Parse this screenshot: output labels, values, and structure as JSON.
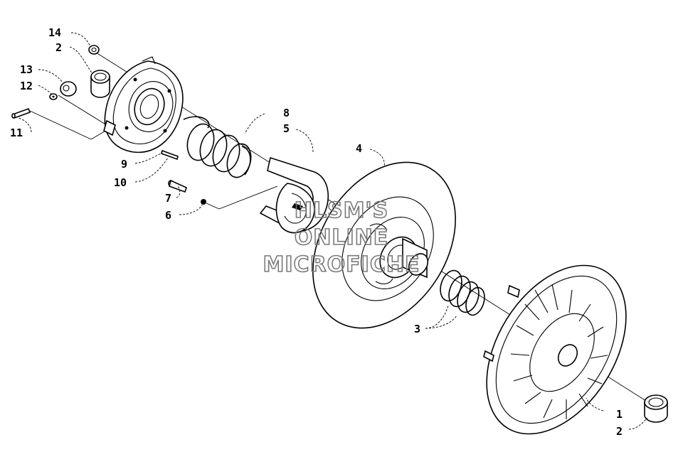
{
  "watermark": {
    "line1": "HLSM'S",
    "line2": "ONLINE",
    "line3": "MICROFICHE"
  },
  "callouts": [
    {
      "id": "c14",
      "text": "14"
    },
    {
      "id": "c2a",
      "text": "2"
    },
    {
      "id": "c13",
      "text": "13"
    },
    {
      "id": "c12",
      "text": "12"
    },
    {
      "id": "c11",
      "text": "11"
    },
    {
      "id": "c9",
      "text": "9"
    },
    {
      "id": "c10",
      "text": "10"
    },
    {
      "id": "c8",
      "text": "8"
    },
    {
      "id": "c5",
      "text": "5"
    },
    {
      "id": "c7",
      "text": "7"
    },
    {
      "id": "c6",
      "text": "6"
    },
    {
      "id": "c4",
      "text": "4"
    },
    {
      "id": "c3",
      "text": "3"
    },
    {
      "id": "c1",
      "text": "1"
    },
    {
      "id": "c2b",
      "text": "2"
    }
  ]
}
